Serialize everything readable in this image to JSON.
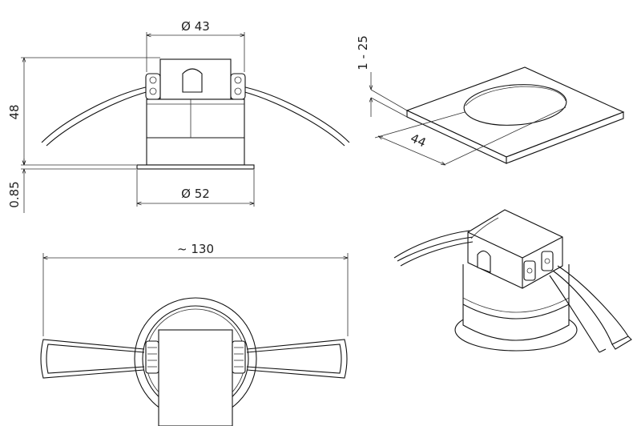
{
  "dimensions": {
    "top_diameter": "Ø 43",
    "height": "48",
    "flange_thickness": "0.85",
    "outer_diameter": "Ø 52",
    "ceiling_thickness": "1 - 25",
    "cutout": "44",
    "spring_span": "~ 130"
  },
  "colors": {
    "line": "#111111",
    "background": "#ffffff"
  }
}
